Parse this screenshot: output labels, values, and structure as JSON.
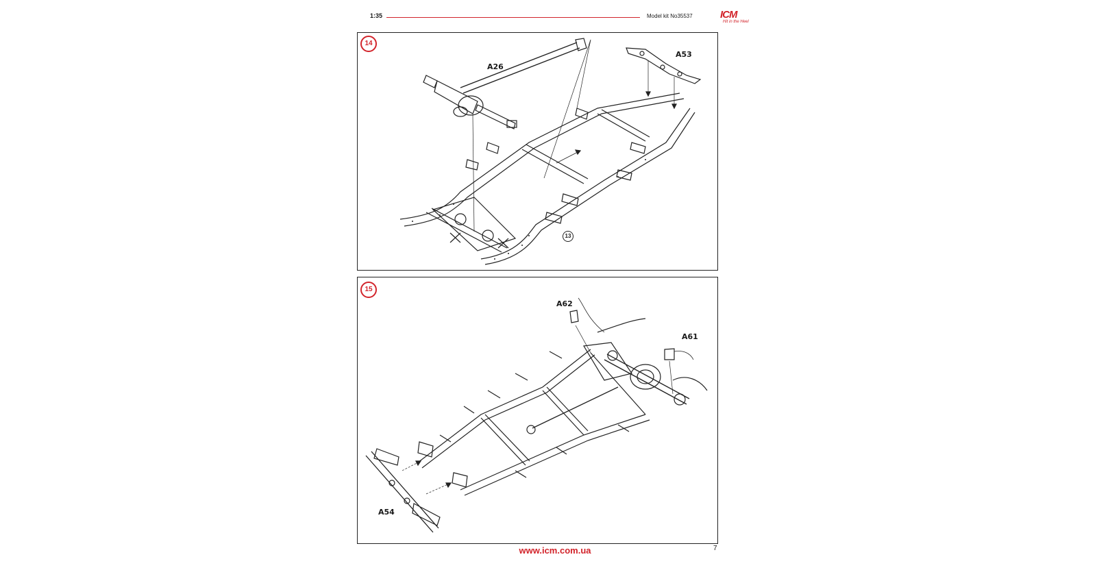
{
  "header": {
    "scale": "1:35",
    "model": "Model kit No35537",
    "logo_text": "ICM",
    "logo_tagline": "Hit in the Heel"
  },
  "steps": [
    {
      "number": "14",
      "parts": [
        "A26",
        "A53"
      ],
      "reference": "13"
    },
    {
      "number": "15",
      "parts": [
        "A62",
        "A61",
        "A54"
      ]
    }
  ],
  "footer": {
    "url": "www.icm.com.ua",
    "page": "7"
  },
  "colors": {
    "accent": "#d2232a",
    "line": "#222222"
  }
}
